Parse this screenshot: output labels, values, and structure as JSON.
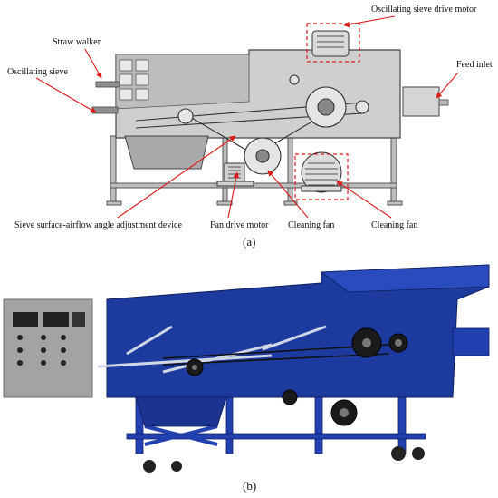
{
  "labels": {
    "oscillating_sieve_drive_motor": "Oscillating sieve drive motor",
    "straw_walker": "Straw walker",
    "oscillating_sieve": "Oscillating sieve",
    "feed_inlet": "Feed inlet",
    "sieve_adjustment": "Sieve surface-airflow angle adjustment device",
    "fan_drive_motor": "Fan drive motor",
    "cleaning_fan_1": "Cleaning fan",
    "cleaning_fan_2": "Cleaning fan"
  },
  "subfigures": {
    "a": "(a)",
    "b": "(b)"
  },
  "colors": {
    "arrow": "#e01a1a",
    "machine_gray": "#c9c9c9",
    "machine_blue": "#1d3a9e",
    "panel_gray": "#9a9a9a"
  }
}
